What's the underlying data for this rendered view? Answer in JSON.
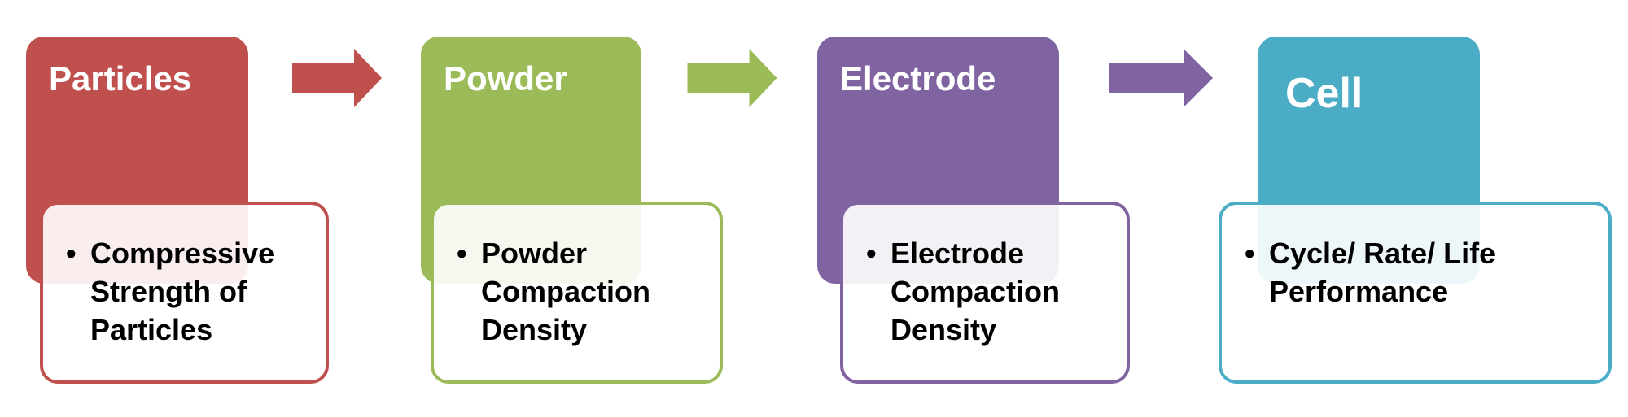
{
  "stages": [
    {
      "title": "Particles",
      "bullet": "Compressive Strength of Particles",
      "color": "#c0504d"
    },
    {
      "title": "Powder",
      "bullet": "Powder Compaction Density",
      "color": "#9bbb59"
    },
    {
      "title": "Electrode",
      "bullet": "Electrode Compaction Density",
      "color": "#8064a2"
    },
    {
      "title": "Cell",
      "bullet": "Cycle/ Rate/ Life Performance",
      "color": "#4bacc6"
    }
  ],
  "arrows": [
    {
      "icon": "right-arrow-icon",
      "color": "#c0504d"
    },
    {
      "icon": "right-arrow-icon",
      "color": "#9bbb59"
    },
    {
      "icon": "right-arrow-icon",
      "color": "#8064a2"
    }
  ]
}
